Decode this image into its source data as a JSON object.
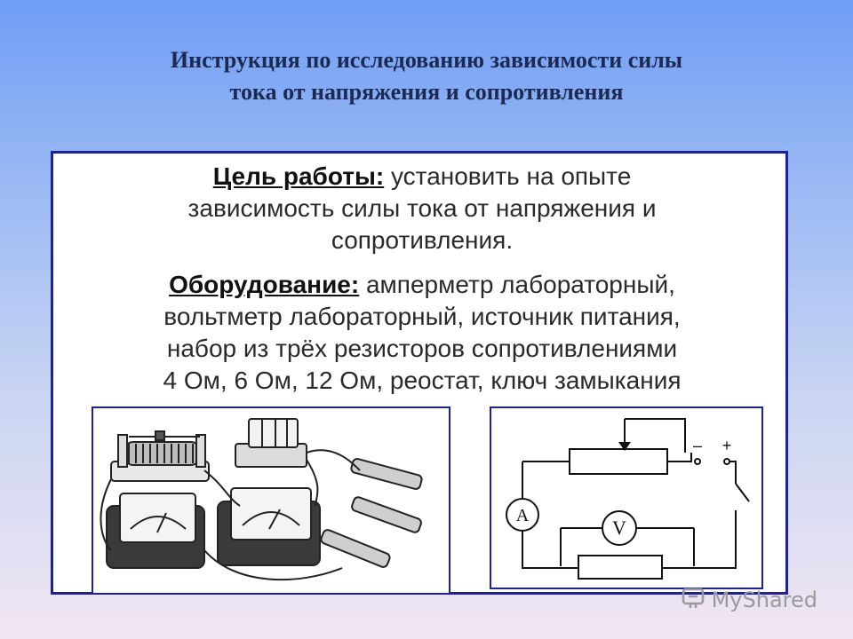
{
  "slide": {
    "title_line1": "Инструкция по исследованию зависимости силы",
    "title_line2": "тока от напряжения и сопротивления"
  },
  "content": {
    "goal_header": "Цель работы:",
    "goal_text_l1": " установить на опыте",
    "goal_text_l2": "зависимость силы тока от напряжения и",
    "goal_text_l3": "сопротивления.",
    "equipment_header": "Оборудование:",
    "equipment_l1": " амперметр лабораторный,",
    "equipment_l2": "вольтметр лабораторный, источник питания,",
    "equipment_l3": "набор из трёх резисторов сопротивлениями",
    "equipment_l4": "4 Ом, 6 Ом, 12 Ом, реостат, ключ замыкания"
  },
  "diagram": {
    "ammeter_label": "A",
    "voltmeter_label": "V",
    "minus_label": "–",
    "plus_label": "+"
  },
  "watermark": {
    "text": "MyShared"
  },
  "colors": {
    "frame": "#1d20a0",
    "title": "#1c2a50"
  }
}
